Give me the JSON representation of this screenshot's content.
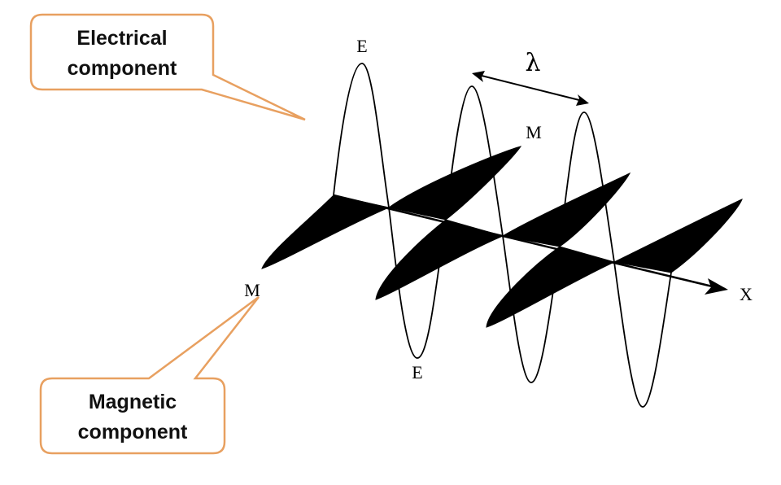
{
  "callouts": {
    "electrical": {
      "line1": "Electrical",
      "line2": "component"
    },
    "magnetic": {
      "line1": "Magnetic",
      "line2": "component"
    }
  },
  "labels": {
    "e_top": "E",
    "e_bottom": "E",
    "m_right": "M",
    "m_left": "M",
    "x_axis": "X",
    "wavelength": "λ"
  },
  "colors": {
    "callout_border": "#E8A060",
    "callout_fill": "#FFFFFF",
    "wave": "#000000"
  }
}
